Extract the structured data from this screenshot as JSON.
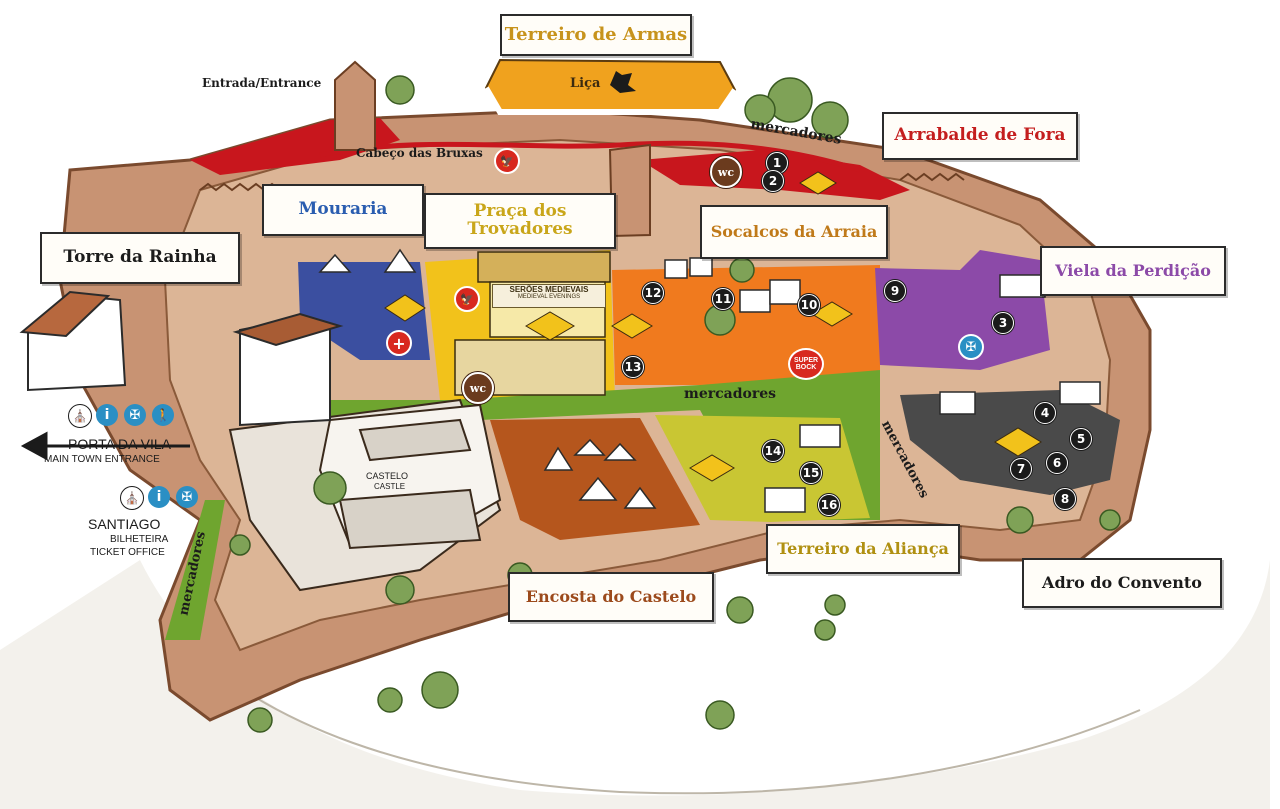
{
  "map": {
    "labels": {
      "terreiro_armas": "Terreiro de Armas",
      "arrabalde_fora": "Arrabalde de Fora",
      "mouraria": "Mouraria",
      "praca_trovadores": "Praça dos Trovadores",
      "socalcos_arraia": "Socalcos da Arraia",
      "viela_perdicao": "Viela da Perdição",
      "torre_rainha": "Torre da Rainha",
      "encosta_castelo": "Encosta do Castelo",
      "terreiro_alianca": "Terreiro da Aliança",
      "adro_convento": "Adro do Convento",
      "entrada": "Entrada/Entrance",
      "cabeco_bruxas": "Cabeço das Bruxas",
      "lica": "Liça",
      "castelo": "CASTELO",
      "castle": "CASTLE",
      "seroes": "SERÕES MEDIEVAIS",
      "medieval_evenings": "MEDIEVAL EVENINGS",
      "mercadores_top": "mercadores",
      "mercadores_center": "mercadores",
      "mercadores_right": "mercadores",
      "mercadores_left": "mercadores",
      "porta_vila": "PORTA DA VILA",
      "main_town_entrance": "MAIN TOWN ENTRANCE",
      "santiago": "SANTIAGO",
      "bilheteira": "BILHETEIRA",
      "ticket_office": "TICKET OFFICE",
      "wc_1": "wc",
      "wc_2": "wc",
      "super_bock": "SUPER BOCK"
    },
    "numbers": [
      "1",
      "2",
      "3",
      "4",
      "5",
      "6",
      "7",
      "8",
      "9",
      "10",
      "11",
      "12",
      "13",
      "14",
      "15",
      "16"
    ],
    "icons": {
      "info": "i",
      "person": "person-icon",
      "church": "church-icon",
      "first_aid": "first-aid-icon",
      "cross": "cross-icon"
    },
    "colors": {
      "red_zone": "#c8161d",
      "orange_zone": "#f07a1e",
      "yellow_zone": "#f2c21b",
      "purple_zone": "#8c4aa8",
      "blue_zone": "#3b4fa0",
      "green_zone": "#6fa52f",
      "grey_zone": "#4a4a4a",
      "rust_zone": "#b5561d",
      "wall": "#b57b56",
      "info_blue": "#2a8fc4",
      "mouraria_blue": "#2a5db0",
      "viela_purple": "#8c4aa8",
      "terreiro_alianca_text": "#b09012",
      "praca_text": "#c9a61a",
      "socalcos_text": "#c07a1a",
      "encosta_text": "#9c4a1c",
      "arrabalde_text": "#c41e1e",
      "terreiro_armas_text": "#c7931c"
    }
  }
}
